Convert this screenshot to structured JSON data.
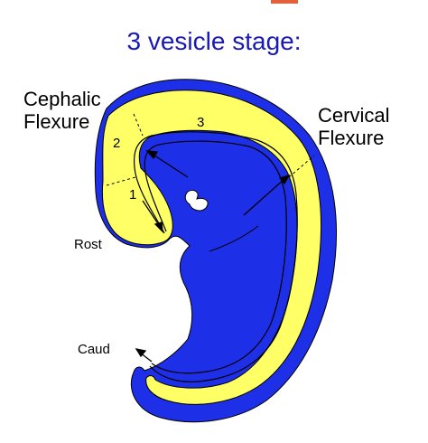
{
  "title": "3 vesicle stage:",
  "labels": {
    "cephalic_line1": "Cephalic",
    "cephalic_line2": "Flexure",
    "cervical_line1": "Cervical",
    "cervical_line2": "Flexure",
    "rostral": "Rost",
    "caudal": "Caud",
    "vesicle_1": "1",
    "vesicle_2": "2",
    "vesicle_3": "3"
  },
  "colors": {
    "title": "#1a1ab3",
    "embryo_outer": "#1e2fe8",
    "neural_tube": "#ffff66",
    "top_mark": "#e2603a"
  }
}
